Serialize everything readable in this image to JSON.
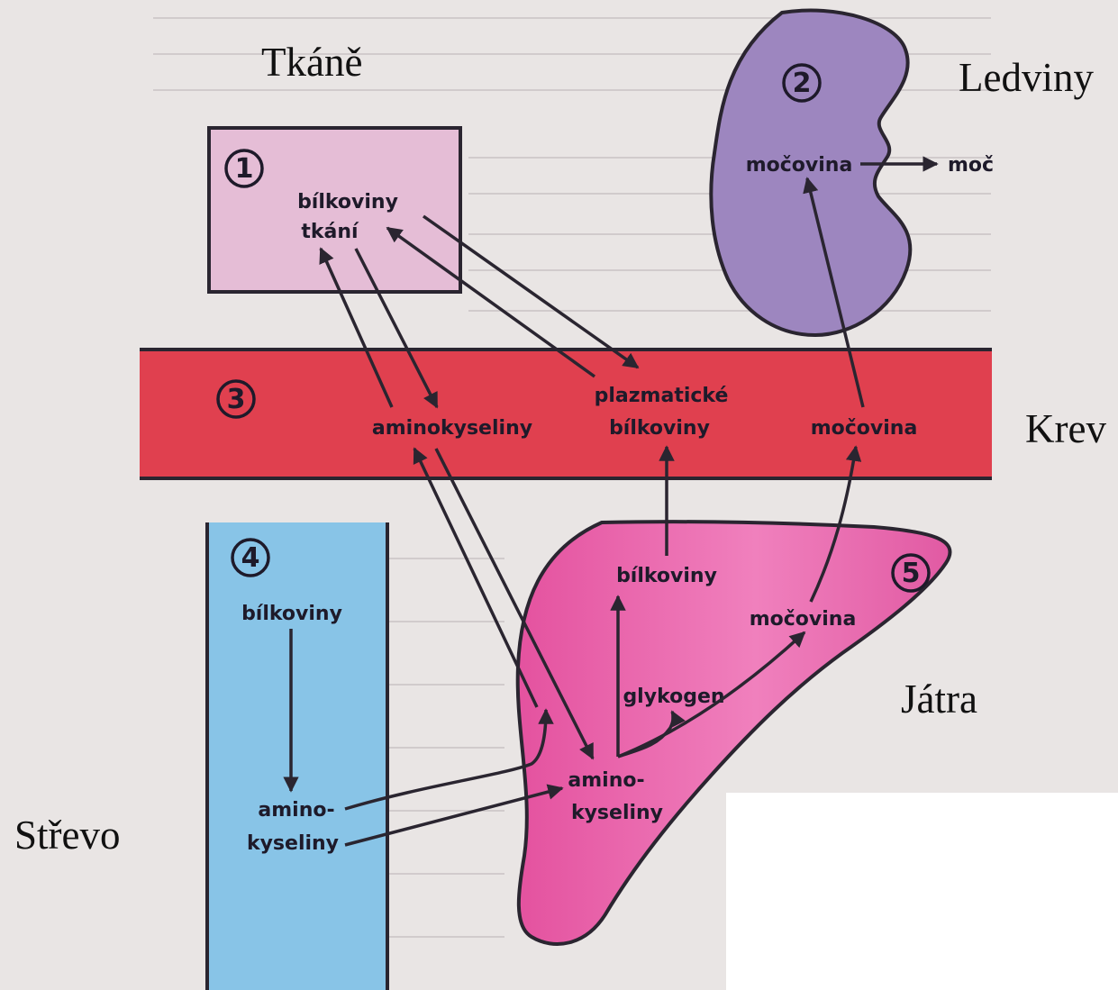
{
  "organ_labels": {
    "tissues": "Tkáně",
    "kidneys": "Ledviny",
    "blood": "Krev",
    "liver": "Játra",
    "intestine": "Střevo"
  },
  "box1": {
    "number": "1",
    "line1": "bílkoviny",
    "line2": "tkání"
  },
  "kidney": {
    "number": "2",
    "urea": "močovina",
    "urine": "moč"
  },
  "blood_band": {
    "number": "3",
    "amino_acids": "aminokyseliny",
    "plasma_line1": "plazmatické",
    "plasma_line2": "bílkoviny",
    "urea": "močovina"
  },
  "intestine_band": {
    "number": "4",
    "proteins": "bílkoviny",
    "amino_line1": "amino-",
    "amino_line2": "kyseliny"
  },
  "liver_shape": {
    "number": "5",
    "proteins": "bílkoviny",
    "urea": "močovina",
    "glycogen": "glykogen",
    "amino_line1": "amino-",
    "amino_line2": "kyseliny"
  },
  "colors": {
    "background": "#e9e5e4",
    "tissue_box": "#e5bdd6",
    "kidney": "#9d86bf",
    "blood": "#e0404f",
    "intestine": "#88c4e7",
    "liver": "#e2579f"
  }
}
